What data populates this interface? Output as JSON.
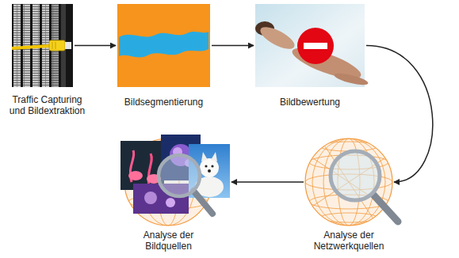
{
  "diagram": {
    "nodes": [
      {
        "text": [
          "Traffic Capturing und Bildextraktion"
        ]
      },
      {
        "text": [
          "Bildsegmentierung"
        ]
      },
      {
        "text": [
          "Bildbewertung"
        ]
      },
      {
        "text": [
          "Analyse der Netzwerkquellen"
        ]
      },
      {
        "text": [
          "Analyse der Bildquellen"
        ]
      }
    ],
    "edges": [
      {
        "from": 0,
        "to": 1,
        "arrow": "to"
      },
      {
        "from": 1,
        "to": 2,
        "arrow": "to"
      },
      {
        "from": 2,
        "to": 3,
        "arrow": "to"
      },
      {
        "from": 3,
        "to": 4,
        "arrow": "to"
      }
    ]
  }
}
